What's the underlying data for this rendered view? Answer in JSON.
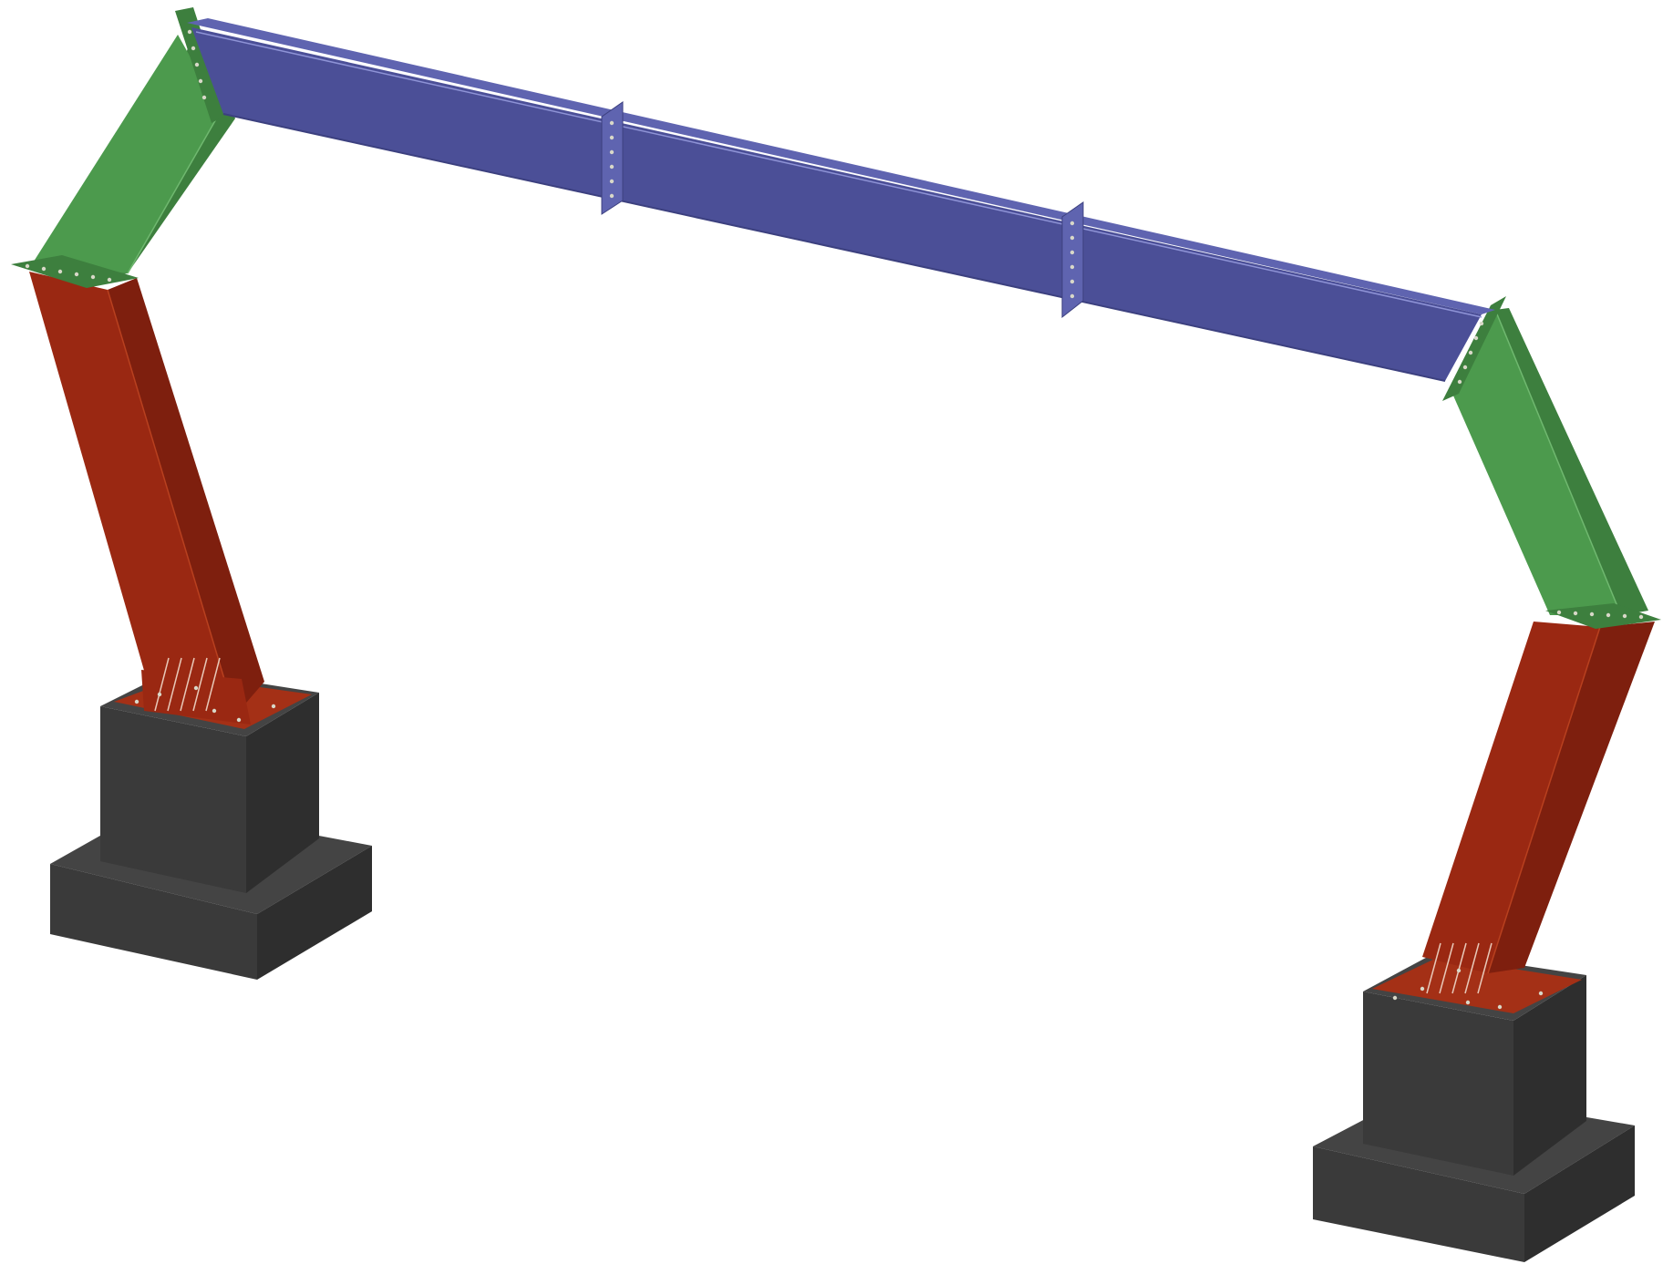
{
  "model": {
    "members": [
      {
        "id": "left-column",
        "kind": "column"
      },
      {
        "id": "left-knee-brace",
        "kind": "haunch"
      },
      {
        "id": "main-girder",
        "kind": "beam",
        "splice_count": 2
      },
      {
        "id": "right-knee-brace",
        "kind": "haunch"
      },
      {
        "id": "right-column",
        "kind": "column"
      }
    ],
    "foundations": [
      {
        "id": "left-footing",
        "kind": "pedestal-footing"
      },
      {
        "id": "right-footing",
        "kind": "pedestal-footing"
      }
    ]
  },
  "colors": {
    "background": "#ffffff",
    "column_front": "#9a2812",
    "column_side": "#7e1f0e",
    "column_edge": "#b8401f",
    "brace_front": "#4c9a4d",
    "brace_side": "#3d7f3e",
    "brace_edge": "#6fb86f",
    "beam_front": "#4b4f97",
    "beam_top": "#5f64b0",
    "beam_edge": "#8e93d6",
    "concrete_front": "#3a3a3a",
    "concrete_side": "#2e2e2e",
    "concrete_top": "#444444",
    "plate_red": "#a43016",
    "bolt": "#d8d8c8"
  }
}
